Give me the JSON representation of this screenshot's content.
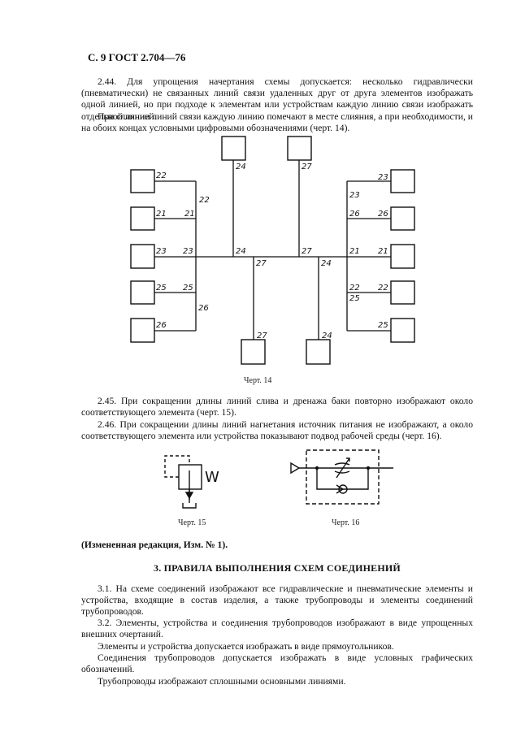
{
  "header": "С. 9 ГОСТ 2.704—76",
  "paragraphs": {
    "p244": "2.44. Для упрощения начертания схемы допускается: несколько гидравлически (пневматически) не связанных линий связи удаленных друг от друга элементов изображать одной линией, но при подходе к элементам или устройствам каждую линию связи изображать отдельной линией.",
    "p244b": "При слиянии линий связи каждую линию помечают в месте слияния, а при необходимости, и на обоих концах условными цифровыми обозначениями (черт. 14).",
    "p245": "2.45. При сокращении длины линий слива и дренажа баки повторно изображают около соответствующего элемента (черт. 15).",
    "p246": "2.46. При сокращении длины линий нагнетания источник питания не изображают, а около соответствующего элемента или устройства показывают подвод рабочей среды (черт. 16).",
    "p31": "3.1. На схеме соединений изображают все гидравлические и пневматические элементы и устройства, входящие в состав изделия, а также трубопроводы и элементы соединений трубопроводов.",
    "p32": "3.2. Элементы, устройства и соединения трубопроводов изображают в виде упрощенных внешних очертаний.",
    "p32b": "Элементы и устройства допускается изображать в виде прямоугольников.",
    "p32c": "Соединения трубопроводов допускается изображать в виде условных графических обозначений.",
    "p32d": "Трубопроводы изображают сплошными основными линиями."
  },
  "captions": {
    "fig14": "Черт. 14",
    "fig15": "Черт. 15",
    "fig16": "Черт. 16"
  },
  "note": "(Измененная редакция, Изм. № 1).",
  "section_title": "3. ПРАВИЛА ВЫПОЛНЕНИЯ СХЕМ СОЕДИНЕНИЙ",
  "fig14_labels": {
    "n21": "21",
    "n22": "22",
    "n23": "23",
    "n24": "24",
    "n25": "25",
    "n26": "26",
    "n27": "27"
  },
  "fig15_labels": {
    "spring": "W"
  }
}
